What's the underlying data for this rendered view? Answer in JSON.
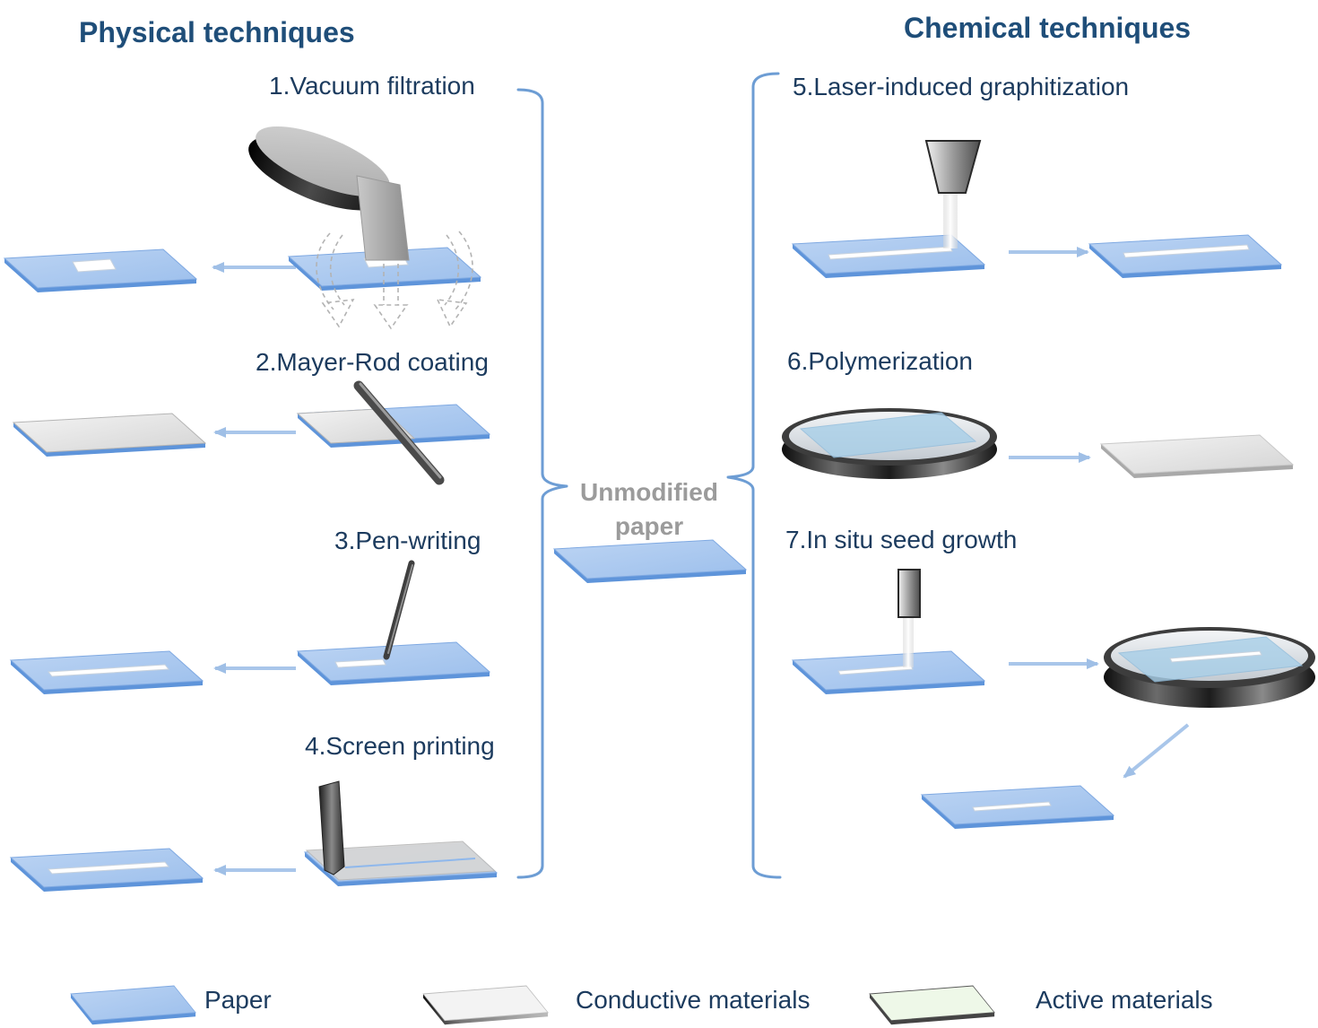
{
  "headings": {
    "physical": "Physical techniques",
    "chemical": "Chemical techniques"
  },
  "physical_techniques": [
    {
      "label": "1.Vacuum filtration"
    },
    {
      "label": "2.Mayer-Rod coating"
    },
    {
      "label": "3.Pen-writing"
    },
    {
      "label": "4.Screen printing"
    }
  ],
  "chemical_techniques": [
    {
      "label": "5.Laser-induced graphitization"
    },
    {
      "label": "6.Polymerization"
    },
    {
      "label": "7.In situ seed growth"
    }
  ],
  "center": {
    "line1": "Unmodified",
    "line2": "paper"
  },
  "legend": [
    {
      "label": "Paper",
      "color": "#a9c8f0"
    },
    {
      "label": "Conductive materials",
      "color": "#f3f3f3"
    },
    {
      "label": "Active materials",
      "color": "#eef8e8"
    }
  ],
  "colors": {
    "heading": "#1f4e79",
    "label": "#1c3b5e",
    "bracket": "#6d9dd4",
    "arrow": "#a9c6ea",
    "center_text": "#9b9b9b"
  }
}
